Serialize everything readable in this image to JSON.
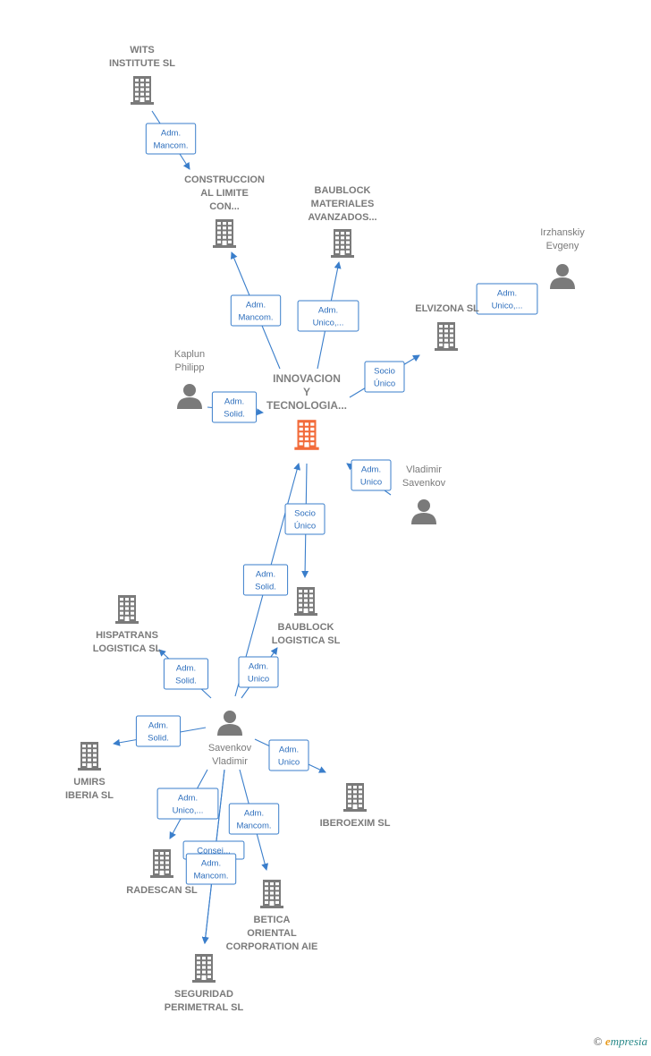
{
  "nodes": [
    {
      "id": "innovacion",
      "kind": "company",
      "main": true,
      "lines": [
        "INNOVACION",
        "Y",
        "TECNOLOGIA..."
      ]
    },
    {
      "id": "wits",
      "kind": "company",
      "lines": [
        "WITS",
        "INSTITUTE  SL"
      ]
    },
    {
      "id": "construccion",
      "kind": "company",
      "lines": [
        "CONSTRUCCION",
        "AL LIMITE",
        "CON..."
      ]
    },
    {
      "id": "baublock-materiales",
      "kind": "company",
      "lines": [
        "BAUBLOCK",
        "MATERIALES",
        "AVANZADOS..."
      ]
    },
    {
      "id": "irzhanskiy",
      "kind": "person",
      "lines": [
        "Irzhanskiy",
        "Evgeny"
      ]
    },
    {
      "id": "elvizona",
      "kind": "company",
      "lines": [
        "ELVIZONA  SL"
      ]
    },
    {
      "id": "kaplun",
      "kind": "person",
      "lines": [
        "Kaplun",
        "Philipp"
      ]
    },
    {
      "id": "vladimir-savenkov",
      "kind": "person",
      "lines": [
        "Vladimir",
        "Savenkov"
      ]
    },
    {
      "id": "baublock-logistica",
      "kind": "company",
      "lines": [
        "BAUBLOCK",
        "LOGISTICA  SL"
      ]
    },
    {
      "id": "hispatrans",
      "kind": "company",
      "lines": [
        "HISPATRANS",
        "LOGISTICA  SL"
      ]
    },
    {
      "id": "savenkov-vladimir",
      "kind": "person",
      "lines": [
        "Savenkov",
        "Vladimir"
      ]
    },
    {
      "id": "umirs",
      "kind": "company",
      "lines": [
        "UMIRS",
        "IBERIA SL"
      ]
    },
    {
      "id": "iberoexim",
      "kind": "company",
      "lines": [
        "IBEROEXIM SL"
      ]
    },
    {
      "id": "radescan",
      "kind": "company",
      "lines": [
        "RADESCAN SL"
      ]
    },
    {
      "id": "betica",
      "kind": "company",
      "lines": [
        "BETICA",
        "ORIENTAL",
        "CORPORATION AIE"
      ]
    },
    {
      "id": "seguridad",
      "kind": "company",
      "lines": [
        "SEGURIDAD",
        "PERIMETRAL SL"
      ]
    }
  ],
  "edges": [
    {
      "from": "wits",
      "to": "construccion",
      "lines": [
        "Adm.",
        "Mancom."
      ]
    },
    {
      "from": "innovacion",
      "to": "construccion",
      "lines": [
        "Adm.",
        "Mancom."
      ]
    },
    {
      "from": "innovacion",
      "to": "baublock-materiales",
      "lines": [
        "Adm.",
        "Unico,..."
      ]
    },
    {
      "from": "innovacion",
      "to": "elvizona",
      "lines": [
        "Socio",
        "Único"
      ]
    },
    {
      "from": "irzhanskiy",
      "to": "elvizona",
      "lines": [
        "Adm.",
        "Unico,..."
      ]
    },
    {
      "from": "kaplun",
      "to": "innovacion",
      "lines": [
        "Adm.",
        "Solid."
      ]
    },
    {
      "from": "vladimir-savenkov",
      "to": "innovacion",
      "lines": [
        "Adm.",
        "Unico"
      ]
    },
    {
      "from": "innovacion",
      "to": "baublock-logistica",
      "lines": [
        "Socio",
        "Único"
      ]
    },
    {
      "from": "savenkov-vladimir",
      "to": "innovacion",
      "lines": [
        "Adm.",
        "Solid."
      ]
    },
    {
      "from": "savenkov-vladimir",
      "to": "baublock-logistica",
      "lines": [
        "Adm.",
        "Unico"
      ]
    },
    {
      "from": "savenkov-vladimir",
      "to": "hispatrans",
      "lines": [
        "Adm.",
        "Solid."
      ]
    },
    {
      "from": "savenkov-vladimir",
      "to": "umirs",
      "lines": [
        "Adm.",
        "Solid."
      ]
    },
    {
      "from": "savenkov-vladimir",
      "to": "iberoexim",
      "lines": [
        "Adm.",
        "Unico"
      ]
    },
    {
      "from": "savenkov-vladimir",
      "to": "radescan",
      "lines": [
        "Adm.",
        "Unico,..."
      ]
    },
    {
      "from": "savenkov-vladimir",
      "to": "betica",
      "lines": [
        "Adm.",
        "Mancom."
      ]
    },
    {
      "from": "savenkov-vladimir",
      "to": "seguridad",
      "lines": [
        "Consej..."
      ]
    },
    {
      "from": "savenkov-vladimir",
      "to": "seguridad",
      "lines": [
        "Adm.",
        "Mancom."
      ]
    }
  ],
  "footer": {
    "copyright": "©",
    "brand_e": "e",
    "brand_rest": "mpresia"
  },
  "colors": {
    "edge": "#3a7ecb",
    "node": "#7a7a7a",
    "main_node": "#f26b3a"
  }
}
